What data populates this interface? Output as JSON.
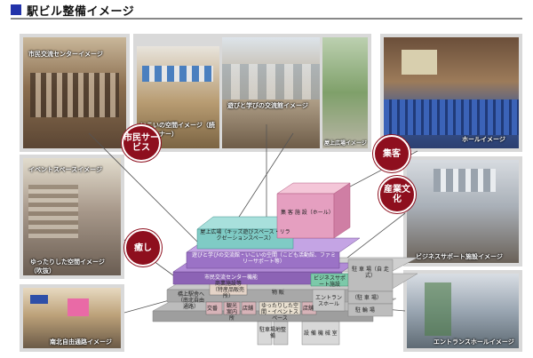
{
  "header": {
    "title": "駅ビル整備イメージ"
  },
  "photos": {
    "citizen_center": "市民交流センターイメージ",
    "relax_corner": "いこいの空間イメージ（読書コーナー）",
    "play_learn": "遊びと学びの交流館イメージ",
    "rooftop": "屋上広場イメージ",
    "hall": "ホールイメージ",
    "event_space": "イベントスペースイメージ",
    "yuttari": "ゆったりした空間イメージ（吹抜）",
    "business_support": "ビジネスサポート施設イメージ",
    "corridor": "南北自由通路イメージ",
    "entrance_hall": "エントランスホールイメージ"
  },
  "bubbles": {
    "citizen": "市民サービス",
    "gather": "集客",
    "industry": "産業文化",
    "heal": "癒し"
  },
  "blocks": {
    "hall_block": "集 客 施 設（ホール）",
    "rooftop_block": "屋上広場（キッズ遊びスペース・リラクゼーションスペース）",
    "play_block": "遊びと学びの交流館・いこいの空間（こども活動館、ファミリーサポート等）",
    "business_block": "ビジネスサポート施設",
    "citizen_block": "市民交流センター機能",
    "parking_top": "駐 車 場（自 走 式）",
    "shop": "物 販",
    "entrance": "エントランスホール",
    "parking_mid": "（駐 車 場）",
    "bike": "駐 輪 場",
    "station_relay": "橋上駅舎へ（南北自由通路）",
    "commercial": "商業施設等（特産品販売所）",
    "exchange": "交番",
    "tourist_info": "観光案内所",
    "shop2": "店舗",
    "event_space": "ゆったりした空間・イベントスペース",
    "shop3": "店舗",
    "roadside": "駐車場地整備",
    "facility_roadside": "設 備 機 械 室"
  }
}
